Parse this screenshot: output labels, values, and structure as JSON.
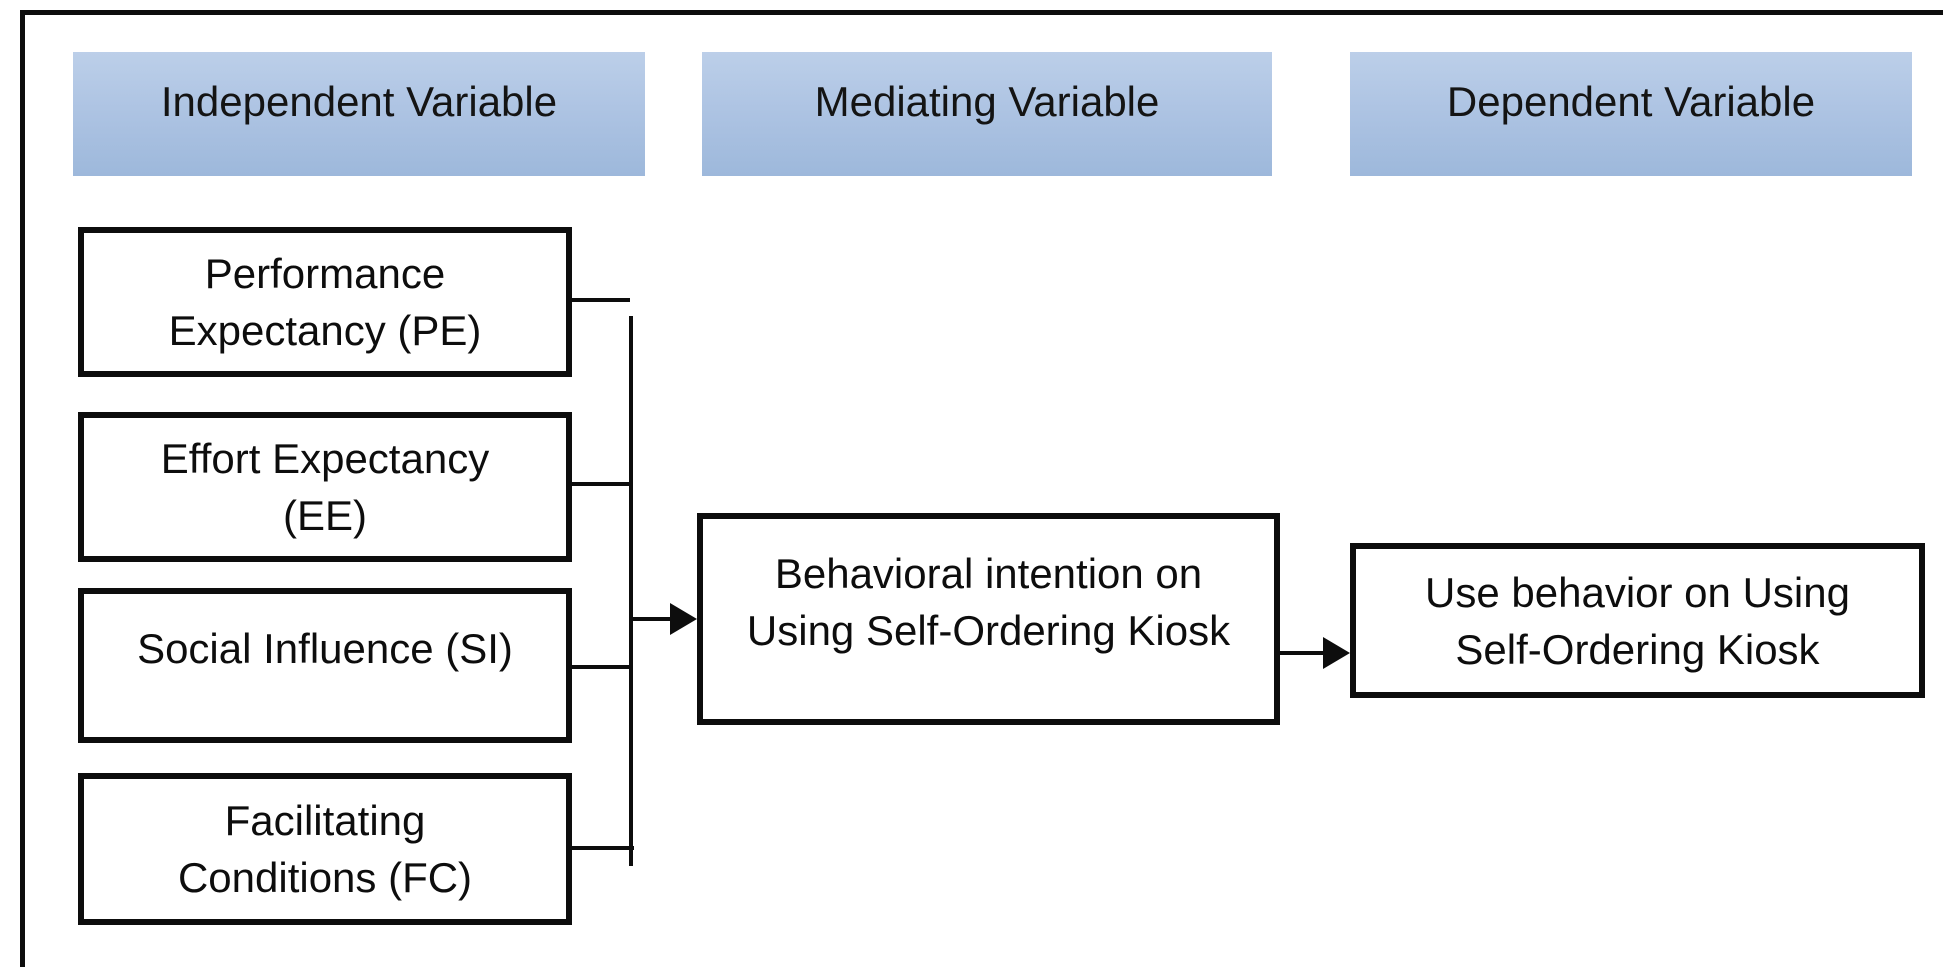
{
  "diagram": {
    "title_context": "UTAUT research framework on self-ordering kiosk usage",
    "columns": [
      {
        "label": "Independent Variable"
      },
      {
        "label": "Mediating Variable"
      },
      {
        "label": "Dependent Variable"
      }
    ],
    "independent_boxes": [
      {
        "name": "performance-expectancy",
        "line1": "Performance",
        "line2": "Expectancy (PE)"
      },
      {
        "name": "effort-expectancy",
        "line1": "Effort Expectancy",
        "line2": "(EE)"
      },
      {
        "name": "social-influence",
        "line1": "Social Influence (SI)",
        "line2": ""
      },
      {
        "name": "facilitating-conditions",
        "line1": "Facilitating",
        "line2": "Conditions (FC)"
      }
    ],
    "mediating_box": {
      "line1": "Behavioral intention on",
      "line2": "Using Self-Ordering Kiosk"
    },
    "dependent_box": {
      "line1": "Use behavior on Using",
      "line2": "Self-Ordering Kiosk"
    },
    "connections": [
      "PE, EE, SI, FC merge into one arrow pointing to Behavioral intention",
      "Behavioral intention arrow points to Use behavior"
    ],
    "colors": {
      "header_gradient_top": "#bccfe9",
      "header_gradient_bottom": "#9db8db",
      "line_color": "#0d0d0d",
      "background": "#ffffff"
    }
  }
}
